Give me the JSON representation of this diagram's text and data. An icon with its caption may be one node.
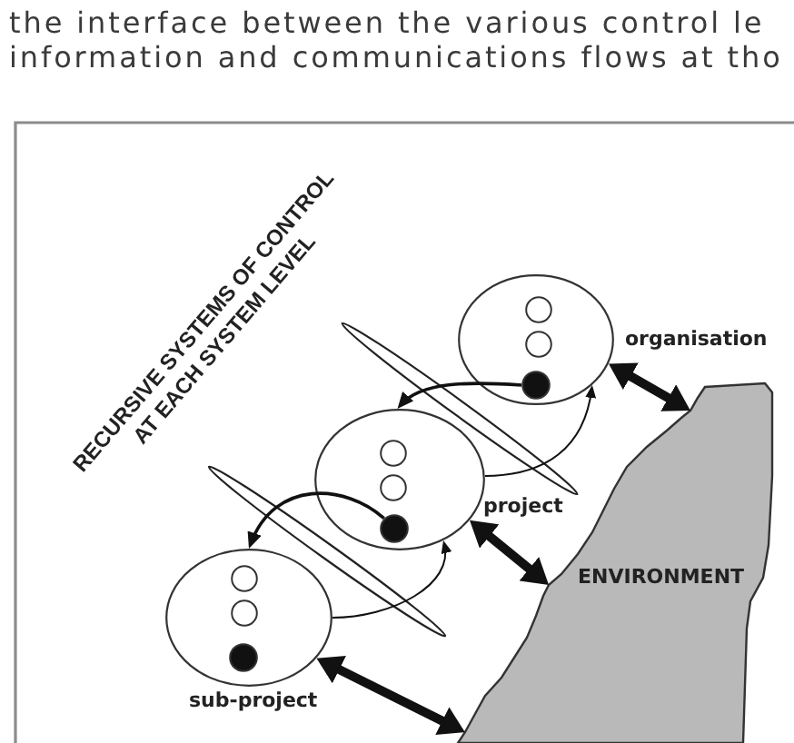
{
  "diagram": {
    "nodes": [
      {
        "text": [
          "organisation"
        ]
      },
      {
        "text": [],
        "shape": "circle",
        "in": 0
      },
      {
        "text": [],
        "shape": "circle",
        "in": 0
      },
      {
        "text": [],
        "shape": "circle",
        "in": 0
      },
      {
        "text": [
          "project"
        ]
      },
      {
        "text": [],
        "shape": "circle",
        "in": 4
      },
      {
        "text": [],
        "shape": "circle",
        "in": 4
      },
      {
        "text": [],
        "shape": "circle",
        "in": 4
      },
      {
        "text": [
          "sub-project"
        ]
      },
      {
        "text": [],
        "shape": "circle",
        "in": 8
      },
      {
        "text": [],
        "shape": "circle",
        "in": 8
      },
      {
        "text": [],
        "shape": "circle",
        "in": 8
      },
      {
        "text": [
          "ENVIRONMENT"
        ]
      }
    ],
    "edges": [
      {
        "from": 3,
        "to": 4,
        "arrow": "to"
      },
      {
        "from": 7,
        "to": 8,
        "arrow": "to"
      },
      {
        "from": 4,
        "to": 0,
        "arrow": "to"
      },
      {
        "from": 8,
        "to": 4,
        "arrow": "to"
      },
      {
        "from": 0,
        "to": 12,
        "arrow": "both",
        "style": "thick"
      },
      {
        "from": 4,
        "to": 12,
        "arrow": "both",
        "style": "thick"
      },
      {
        "from": 8,
        "to": 12,
        "arrow": "both",
        "style": "thick"
      }
    ],
    "labels": [
      "the interface between the various control le",
      "information and communications flows at tho",
      "RECURSIVE SYSTEMS OF CONTROL AT EACH SYSTEM LEVEL"
    ]
  }
}
